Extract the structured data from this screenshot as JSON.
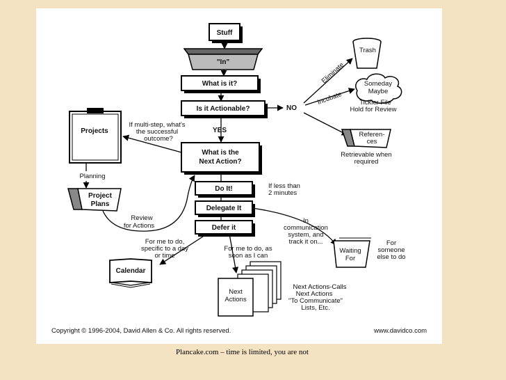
{
  "diagram": {
    "stuff": "Stuff",
    "in": "\"In\"",
    "what_is_it": "What is it?",
    "is_actionable": "Is it Actionable?",
    "no": "NO",
    "yes": "YES",
    "eliminate": "Eliminate",
    "incubate": "Incubate",
    "trash": "Trash",
    "someday": [
      "Someday",
      "Maybe"
    ],
    "tickler": [
      "Tickler File",
      "Hold for Review"
    ],
    "references": [
      "Referen-",
      "ces"
    ],
    "retrievable": [
      "Retrievable when",
      "required"
    ],
    "projects": "Projects",
    "multistep": [
      "If multi-step, what's",
      "the successful",
      "outcome?"
    ],
    "next_action": [
      "What is the",
      "Next Action?"
    ],
    "planning": "Planning",
    "project_plans": [
      "Project",
      "Plans"
    ],
    "review": [
      "Review",
      "for Actions"
    ],
    "do_it": "Do It!",
    "less_than": [
      "If less than",
      "2 minutes"
    ],
    "delegate": "Delegate It",
    "defer": "Defer it",
    "in_comm": [
      "In",
      "communication",
      "system, and",
      "track it on..."
    ],
    "waiting": [
      "Waiting",
      "For"
    ],
    "for_someone": [
      "For",
      "someone",
      "else to do"
    ],
    "me_specific": [
      "For me to do,",
      "specific to a day",
      "or time"
    ],
    "me_soon": [
      "For me to do, as",
      "soon as I can"
    ],
    "calendar": "Calendar",
    "next_actions": [
      "Next",
      "Actions"
    ],
    "lists": [
      "Next Actions-Calls",
      "Next Actions",
      "\"To Communicate\"",
      "Lists, Etc."
    ],
    "copyright": "Copyright  ©  1996-2004, David Allen & Co.  All rights reserved.",
    "website": "www.davidco.com"
  },
  "caption": "Plancake.com – time is limited, you are not"
}
